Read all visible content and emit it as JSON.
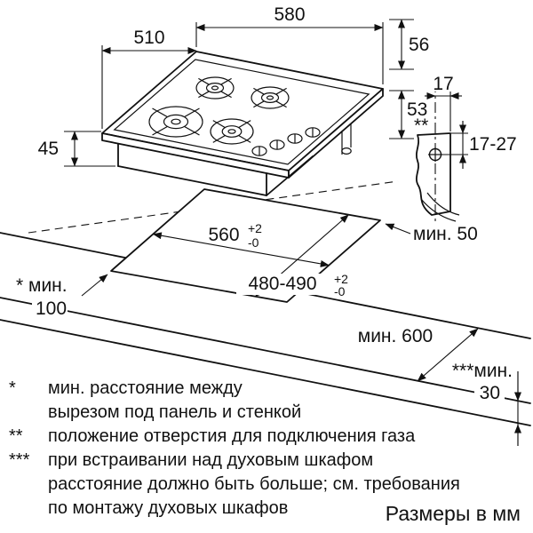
{
  "dims": {
    "depth": "510",
    "width": "580",
    "height_top": "56",
    "height_left": "45",
    "height_right": "53",
    "gas_marker": "**",
    "gas_center_offset": "17",
    "gas_hole_range": "17-27",
    "cutout_width": "560",
    "cutout_width_tol_plus": "+2",
    "cutout_width_tol_minus": "-0",
    "cutout_depth": "480-490",
    "cutout_depth_tol_plus": "+2",
    "cutout_depth_tol_minus": "-0",
    "min_to_rear_wall": "мин. 50",
    "min_side_line1": "* мин.",
    "min_side_line2": "100",
    "min_worktop_depth": "мин. 600",
    "min_front_line1": "***мин.",
    "min_front_line2": "30"
  },
  "footnotes": [
    {
      "marker": "*",
      "lines": [
        "мин. расстояние между",
        "вырезом под панель и стенкой"
      ]
    },
    {
      "marker": "**",
      "lines": [
        "положение отверстия для подключения газа"
      ]
    },
    {
      "marker": "***",
      "lines": [
        "при встраивании над духовым шкафом",
        "расстояние должно быть больше; см. требования",
        "по монтажу духовых шкафов"
      ]
    }
  ],
  "units_label": "Размеры в мм"
}
